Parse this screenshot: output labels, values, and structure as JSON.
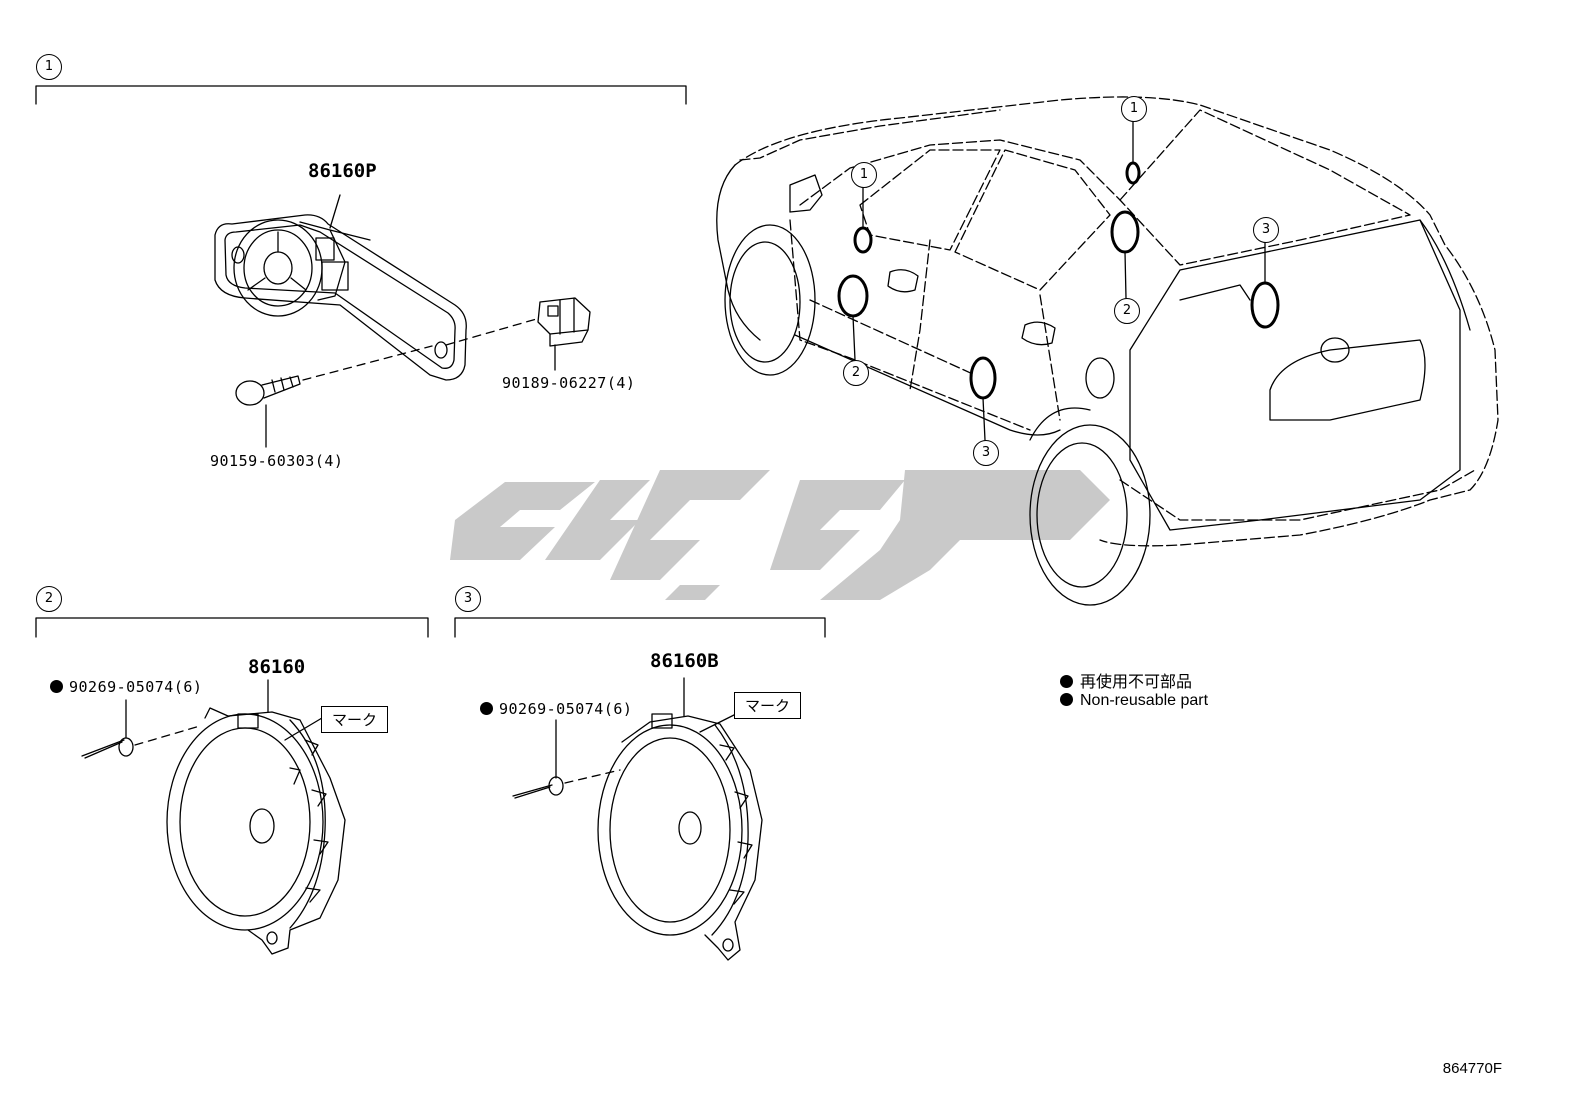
{
  "sections": [
    {
      "num": "1",
      "parts": {
        "main": "86160P",
        "p1": "90189-06227(4)",
        "p2": "90159-60303(4)"
      }
    },
    {
      "num": "2",
      "parts": {
        "main": "86160",
        "p1": "90269-05074(6)"
      },
      "mark": "マーク"
    },
    {
      "num": "3",
      "parts": {
        "main": "86160B",
        "p1": "90269-05074(6)"
      },
      "mark": "マーク"
    }
  ],
  "car_callouts": [
    "1",
    "1",
    "2",
    "2",
    "3",
    "3"
  ],
  "legend": {
    "jp": "再使用不可部品",
    "en": "Non-reusable part"
  },
  "diagram_code": "864770F",
  "colors": {
    "line": "#000000",
    "watermark": "#c9c9c9"
  }
}
